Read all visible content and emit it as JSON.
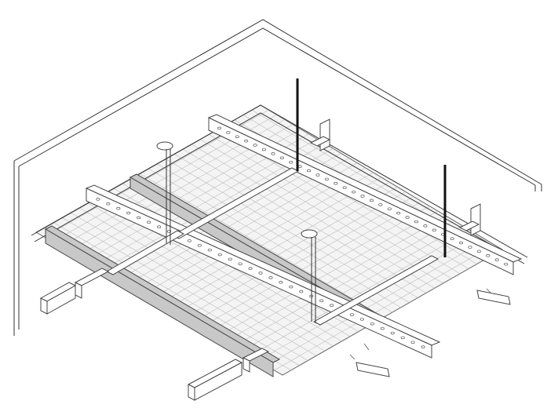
{
  "diagram": {
    "type": "isometric-technical-drawing",
    "palette": {
      "background": "#ffffff",
      "outline": "#333333",
      "mesh": "#bdbdbd",
      "channel_fill": "#c8c8c8",
      "hanger_rod": "#111111"
    },
    "components": [
      {
        "name": "room-corner-walls"
      },
      {
        "name": "perforated-mesh-panels"
      },
      {
        "name": "perforated-carrier-rails"
      },
      {
        "name": "gray-channel-profiles"
      },
      {
        "name": "hanger-rods"
      },
      {
        "name": "suspension-hangers"
      },
      {
        "name": "wall-brackets"
      },
      {
        "name": "end-connectors"
      }
    ]
  }
}
